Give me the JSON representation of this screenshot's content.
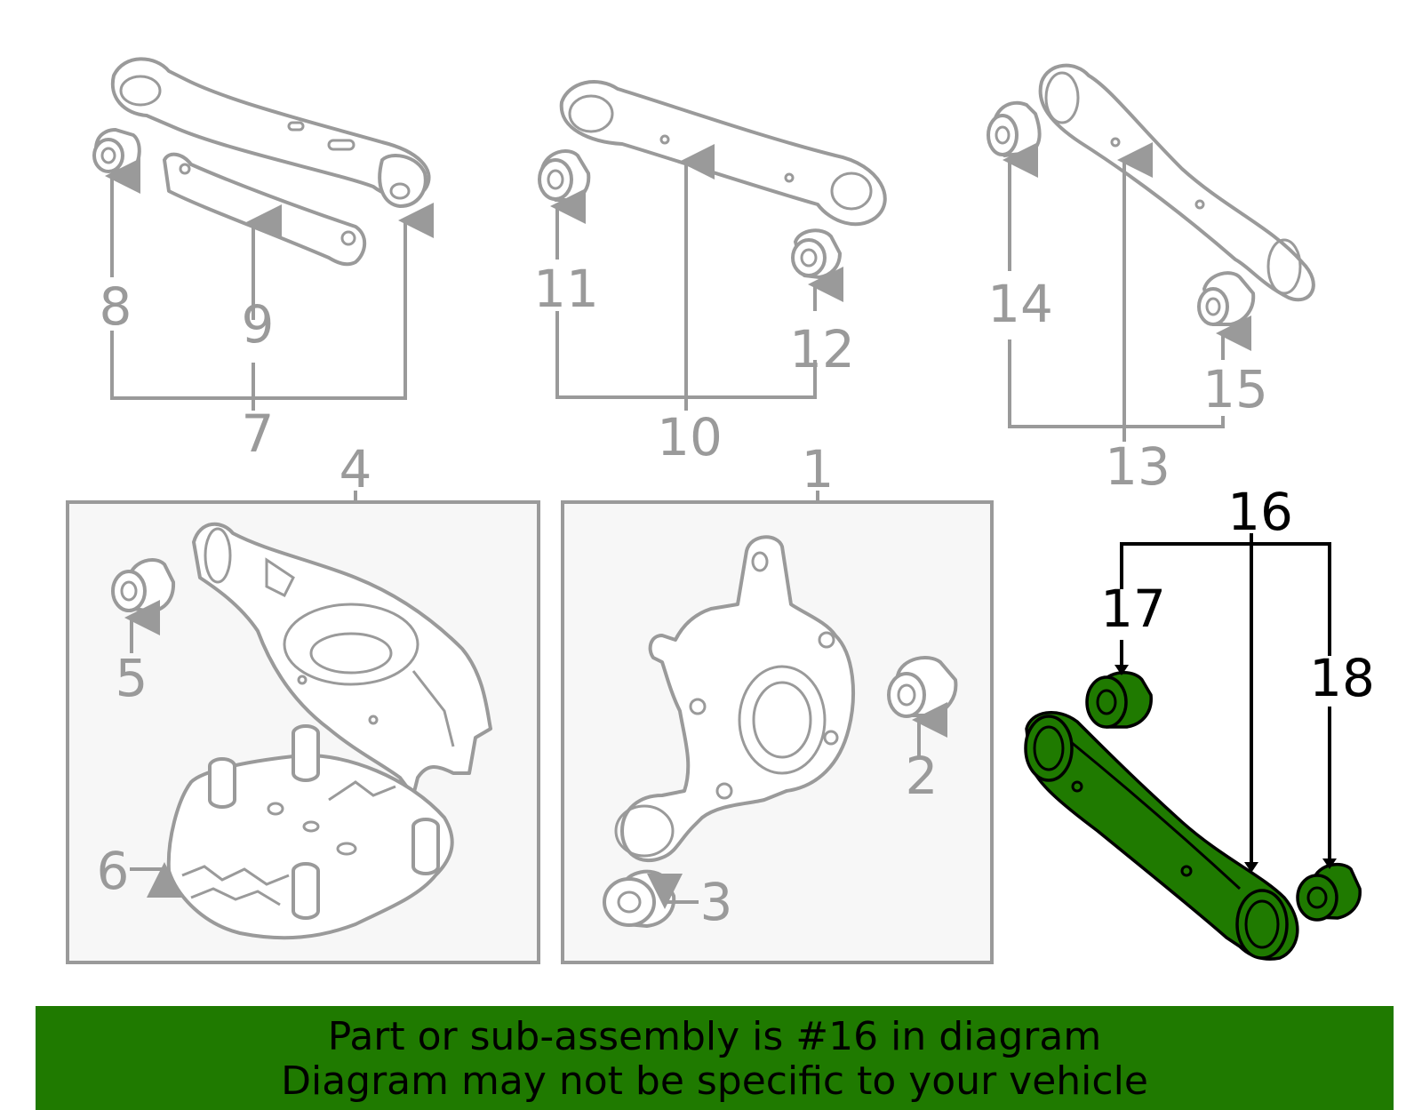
{
  "callouts": [
    {
      "id": "1",
      "label": "1"
    },
    {
      "id": "2",
      "label": "2"
    },
    {
      "id": "3",
      "label": "3"
    },
    {
      "id": "4",
      "label": "4"
    },
    {
      "id": "5",
      "label": "5"
    },
    {
      "id": "6",
      "label": "6"
    },
    {
      "id": "7",
      "label": "7"
    },
    {
      "id": "8",
      "label": "8"
    },
    {
      "id": "9",
      "label": "9"
    },
    {
      "id": "10",
      "label": "10"
    },
    {
      "id": "11",
      "label": "11"
    },
    {
      "id": "12",
      "label": "12"
    },
    {
      "id": "13",
      "label": "13"
    },
    {
      "id": "14",
      "label": "14"
    },
    {
      "id": "15",
      "label": "15"
    },
    {
      "id": "16",
      "label": "16"
    },
    {
      "id": "17",
      "label": "17"
    },
    {
      "id": "18",
      "label": "18"
    }
  ],
  "highlighted_part": "16",
  "colors": {
    "highlight": "#1f7a00",
    "line_art": "#9a9a9a",
    "highlight_outline": "#000000",
    "box_fill": "#f7f7f7"
  },
  "banner": {
    "line1": "Part or sub-assembly is #16 in diagram",
    "line2": "Diagram may not be specific to your vehicle"
  }
}
